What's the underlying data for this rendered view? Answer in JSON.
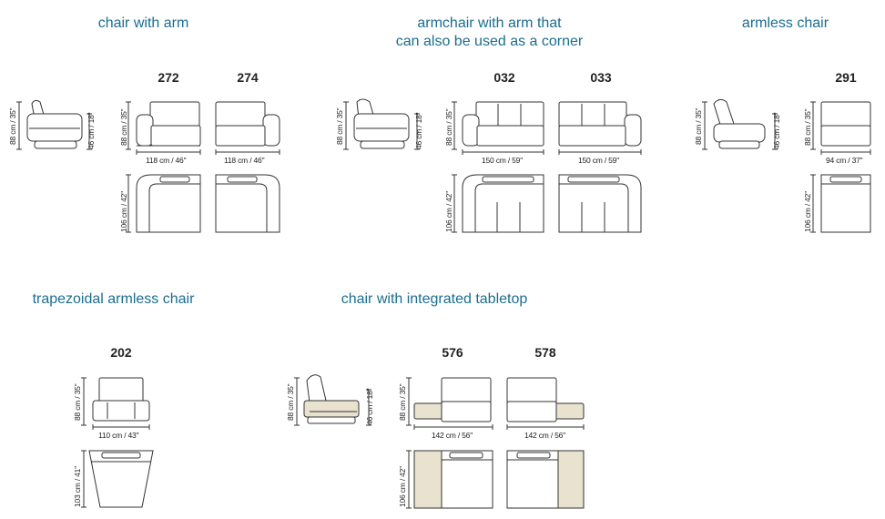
{
  "accent_color": "#1a6e8e",
  "tabletop_color": "#e8e2cf",
  "sections": {
    "chair_with_arm": {
      "title": "chair with arm",
      "side_height": "88 cm / 35\"",
      "seat_height": "46 cm / 18\"",
      "models": [
        {
          "code": "272",
          "height": "88 cm / 35\"",
          "width": "118 cm / 46\"",
          "depth": "106 cm / 42\""
        },
        {
          "code": "274",
          "width": "118 cm / 46\""
        }
      ]
    },
    "corner_armchair": {
      "title_line1": "armchair with arm that",
      "title_line2": "can also be used as a corner",
      "side_height": "88 cm / 35\"",
      "seat_height": "46 cm / 18\"",
      "models": [
        {
          "code": "032",
          "height": "88 cm / 35\"",
          "width": "150 cm / 59\"",
          "depth": "106 cm / 42\""
        },
        {
          "code": "033",
          "width": "150 cm / 59\""
        }
      ]
    },
    "armless_chair": {
      "title": "armless chair",
      "side_height": "88 cm / 35\"",
      "seat_height": "46 cm / 18\"",
      "models": [
        {
          "code": "291",
          "height": "88 cm / 35\"",
          "width": "94 cm / 37\"",
          "depth": "106 cm / 42\""
        }
      ]
    },
    "trapezoidal": {
      "title": "trapezoidal armless chair",
      "models": [
        {
          "code": "202",
          "height": "88 cm / 35\"",
          "width": "110 cm / 43\"",
          "depth": "103 cm / 41\""
        }
      ]
    },
    "tabletop_chair": {
      "title": "chair with integrated tabletop",
      "side_height": "88 cm / 35\"",
      "seat_height": "46 cm / 18\"",
      "models": [
        {
          "code": "576",
          "height": "88 cm / 35\"",
          "width": "142 cm / 56\"",
          "depth": "106 cm / 42\""
        },
        {
          "code": "578",
          "width": "142 cm / 56\""
        }
      ]
    }
  }
}
